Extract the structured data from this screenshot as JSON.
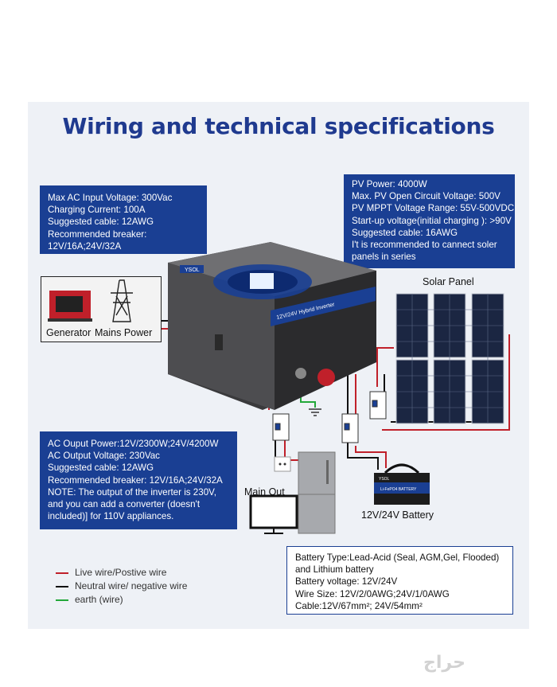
{
  "title": "Wiring and technical specifications",
  "ac_input_spec": [
    "Max AC Input Voltage: 300Vac",
    "Charging Current: 100A",
    "Suggested cable: 12AWG",
    "Recommended breaker:",
    "12V/16A;24V/32A"
  ],
  "pv_spec": [
    "PV Power: 4000W",
    "Max. PV Open Circuit Voltage: 500V",
    "PV MPPT Voltage Range: 55V-500VDC",
    "Start-up voltage(initial charging ): >90V",
    "Suggested cable: 16AWG",
    "I't is recommended to cannect soler",
    "panels in series"
  ],
  "ac_output_spec": [
    "AC Ouput Power:12V/2300W;24V/4200W",
    "AC Output Voltage: 230Vac",
    "Suggested cable: 12AWG",
    "Recommended breaker: 12V/16A;24V/32A",
    "NOTE: The output of the inverter is 230V,",
    "and you can add a converter (doesn't",
    "included)] for 110V appliances."
  ],
  "battery_spec": [
    "Battery Type:Lead-Acid (Seal, AGM,Gel, Flooded)",
    "and Lithium battery",
    "Battery voltage: 12V/24V",
    "Wire Size: 12V/2/0AWG;24V/1/0AWG",
    "Cable:12V/67mm²; 24V/54mm²"
  ],
  "labels": {
    "generator": "Generator",
    "mains_power": "Mains Power",
    "solar_panel": "Solar Panel",
    "main_out": "Main Out",
    "battery": "12V/24V Battery",
    "inverter_brand": "YSOL",
    "inverter_model": "12V/24V Hybrid Inverter",
    "battery_brand": "YSOL",
    "battery_model": "Li-FePO4 BATTERY"
  },
  "legend": [
    {
      "label": "Live wire/Postive wire",
      "color": "#c0202a"
    },
    {
      "label": "Neutral wire/ negative wire",
      "color": "#111111"
    },
    {
      "label": "earth (wire)",
      "color": "#23a83a"
    }
  ],
  "watermark": "حراج"
}
